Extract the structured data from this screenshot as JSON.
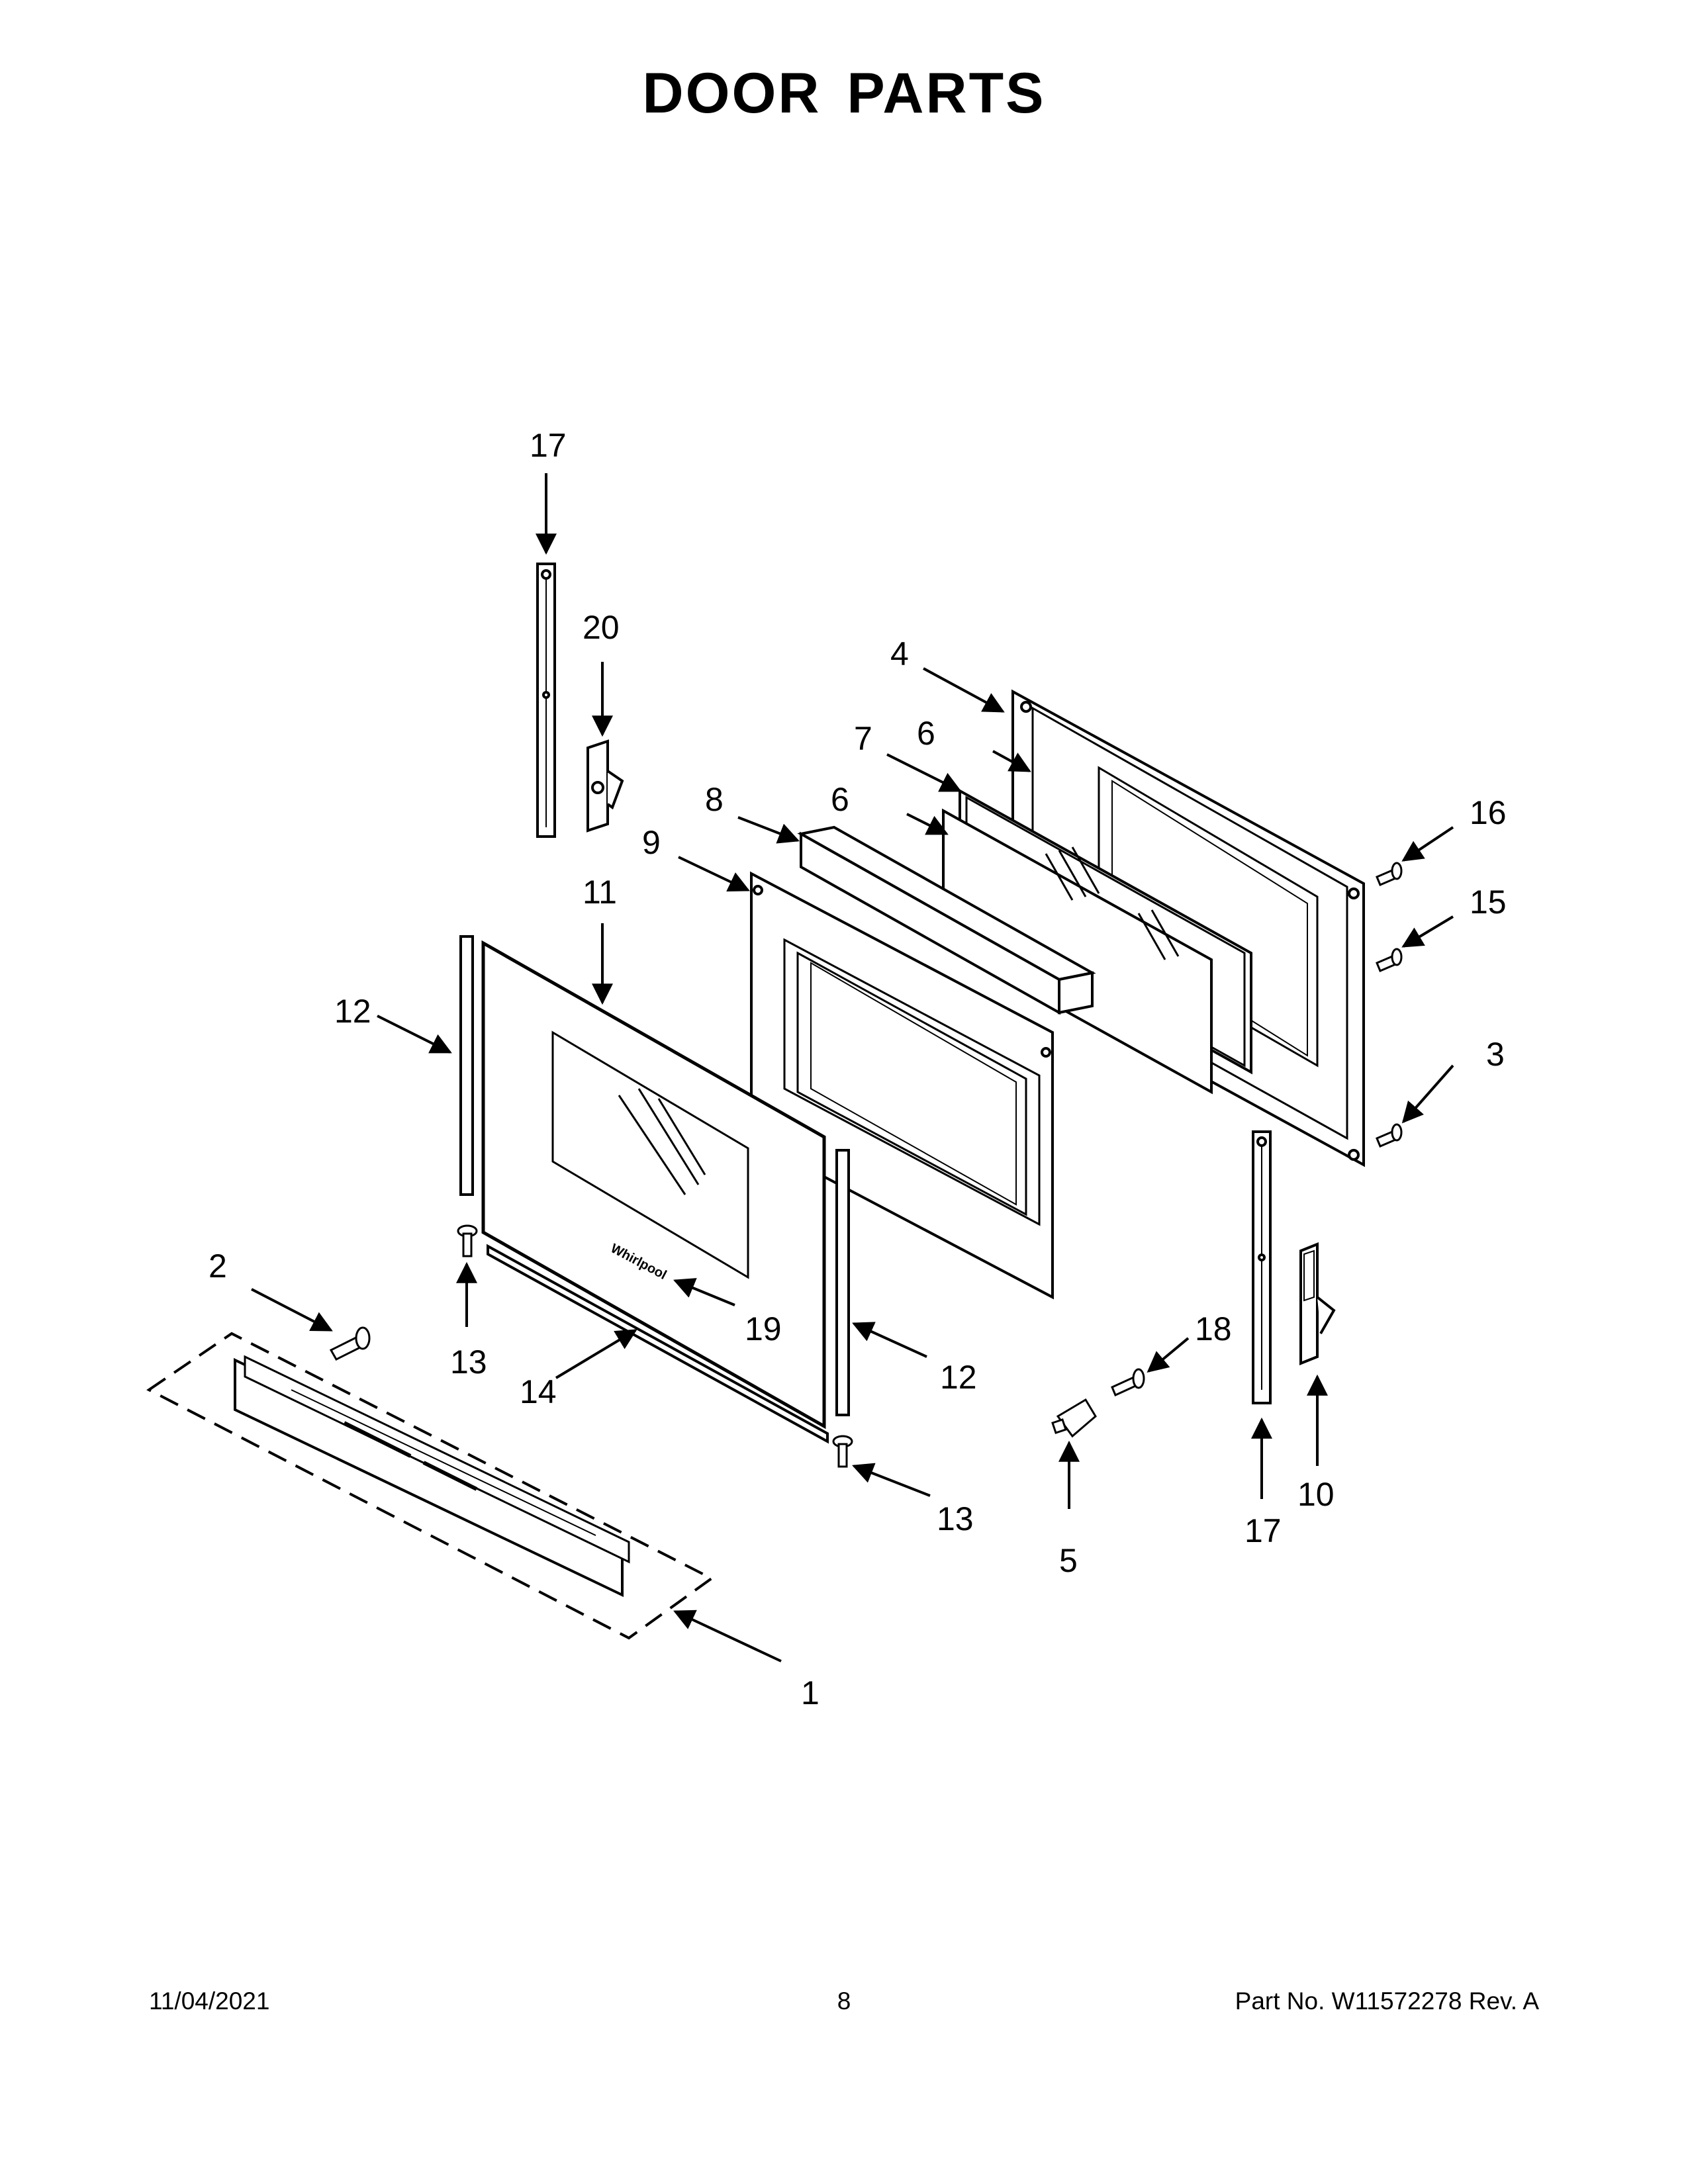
{
  "title": "DOOR PARTS",
  "callouts": {
    "c1": "1",
    "c2": "2",
    "c3": "3",
    "c4": "4",
    "c5": "5",
    "c6a": "6",
    "c6b": "6",
    "c7": "7",
    "c8": "8",
    "c9": "9",
    "c10": "10",
    "c11": "11",
    "c12a": "12",
    "c12b": "12",
    "c13a": "13",
    "c13b": "13",
    "c14": "14",
    "c15": "15",
    "c16": "16",
    "c17a": "17",
    "c17b": "17",
    "c18": "18",
    "c19": "19",
    "c20": "20"
  },
  "brand_mark": "Whirlpool",
  "footer": {
    "date": "11/04/2021",
    "page": "8",
    "part_no": "Part No.  W11572278  Rev.  A"
  }
}
